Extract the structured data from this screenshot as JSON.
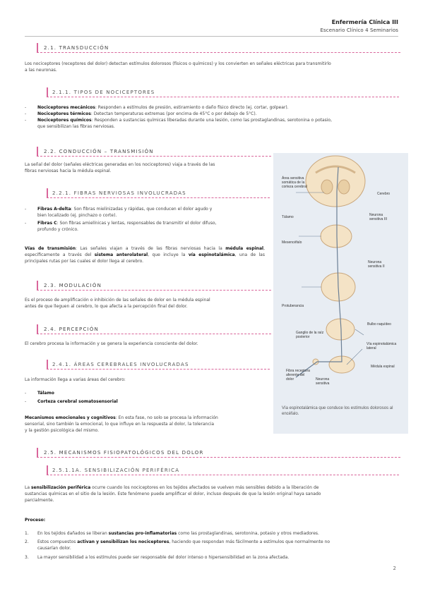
{
  "header": {
    "title": "Enfermería Clínica III",
    "subtitle": "Escenario Clínico 4 Seminarios"
  },
  "s21": {
    "title": "2.1. TRANSDUCCIÓN",
    "p1a": "Los nociceptores (receptores del dolor) detectan estímulos dolorosos (físicos o químicos) y los convierten en señales eléctricas para transmitirlo",
    "p1b": "a las neuronas."
  },
  "s211": {
    "title": "2.1.1. TIPOS DE NOCICEPTORES",
    "items": [
      {
        "bold": "Nociceptores mecánicos",
        "text": ": Responden a estímulos de presión, estiramiento o daño físico directo (ej. cortar, golpear)."
      },
      {
        "bold": "Nociceptores térmicos",
        "text": ": Detectan temperaturas extremas (por encima de 45°C o por debajo de 5°C)."
      },
      {
        "bold": "Nociceptores químicos",
        "text": ": Responden a sustancias químicas liberadas durante una lesión, como las prostaglandinas, serotonina o potasio,",
        "text2": "que sensibilizan las fibras nerviosas."
      }
    ]
  },
  "s22": {
    "title": "2.2. CONDUCCIÓN – TRANSMISIÓN",
    "p1a": "La señal del dolor (señales eléctricas generadas en los nociceptores) viaja a través de las",
    "p1b": "fibras nerviosas hacia la médula espinal."
  },
  "s221": {
    "title": "2.2.1. FIBRAS NERVIOSAS INVOLUCRADAS",
    "fa_bold": "Fibras A-delta",
    "fa_text": ": Son fibras mielinizadas y rápidas, que conducen el dolor agudo y",
    "fa_text2": "bien localizado (ej. pinchazo o corte).",
    "fc_bold": "Fibras C",
    "fc_text": ": Son fibras amielínicas y lentas, responsables de transmitir el dolor difuso,",
    "fc_text2": "profundo y crónico."
  },
  "vias": {
    "b1": "Vías de transmisión",
    "t1": ": Las señales viajan a través de las fibras nerviosas hacia la ",
    "b2": "médula",
    "b3": "espinal",
    "t2": ", específicamente a través del ",
    "b4": "sistema anterolateral",
    "t3": ", que incluye la ",
    "b5": "vía",
    "b6": "espinotalámica",
    "t4": ", una de las principales rutas por las cuales el dolor llega al cerebro."
  },
  "s23": {
    "title": "2.3. MODULACIÓN",
    "p1a": "Es el proceso de amplificación o inhibición de las señales de dolor en la médula espinal",
    "p1b": "antes de que lleguen al cerebro, lo que afecta a la percepción final del dolor."
  },
  "s24": {
    "title": "2.4. PERCEPCIÓN",
    "p1": "El cerebro procesa la información y se genera la experiencia consciente del dolor."
  },
  "s241": {
    "title": "2.4.1. ÁREAS CEREBRALES INVOLUCRADAS",
    "intro": "La información llega a varias áreas del cerebro:",
    "i1": "Tálamo",
    "i2": "Corteza cerebral somatosensorial"
  },
  "meca": {
    "bold": "Mecanismos emocionales y cognitivos",
    "t1": ": En esta fase, no solo se procesa la información",
    "t2": "sensorial, sino también la emocional, lo que influye en la respuesta al dolor, la tolerancia",
    "t3": "y la gestión psicológica del mismo."
  },
  "s25": {
    "title": "2.5. MECANISMOS FISIOPATOLÓGICOS DEL DOLOR"
  },
  "s251": {
    "title": "2.5.1.1A. SENSIBILIZACIÓN PERIFÉRICA",
    "p_pre": "La ",
    "p_bold": "sensibilización periférica",
    "p_t1": " ocurre cuando los nociceptores en los tejidos afectados se vuelven más sensibles debido a la liberación de",
    "p_t2": "sustancias químicas en el sitio de la lesión. Este fenómeno puede amplificar el dolor, incluso después de que la lesión original haya sanado",
    "p_t3": "parcialmente.",
    "proc": "Proceso:",
    "n1a": "En los tejidos dañados se liberan ",
    "n1b": "sustancias pro-inflamatorias",
    "n1c": " como las prostaglandinas, serotonina, potasio y otros mediadores.",
    "n2a": "Estos compuestos ",
    "n2b": "activan y sensibilizan los nociceptores",
    "n2c": ", haciendo que respondan más fácilmente a estímulos que normalmente no",
    "n2d": "causarían dolor.",
    "n3": "La mayor sensibilidad a los estímulos puede ser responsable del dolor intenso o hipersensibilidad en la zona afectada."
  },
  "figure": {
    "labels": {
      "area": "Área sensitiva somática de la corteza cerebral",
      "cerebro": "Cerebro",
      "talamo": "Tálamo",
      "neur3": "Neurona sensitiva III",
      "mesen": "Mesencéfalo",
      "neur2": "Neurona sensitiva II",
      "protu": "Protuberancia",
      "bulbo": "Bulbo raquídeo",
      "ganglio": "Ganglio de la raíz posterior",
      "via": "Vía espinotalámica lateral",
      "fibra": "Fibra receptora aferente del dolor",
      "neur": "Neurona sensitiva",
      "medula": "Médula espinal"
    },
    "caption": "Vía espinotalámica que conduce los estímulos dolorosos al encéfalo.",
    "colors": {
      "bg": "#e8edf3",
      "tissue": "#f4e3c6",
      "line": "#6b7f95",
      "accent": "#d9669b"
    }
  },
  "page_number": "2"
}
